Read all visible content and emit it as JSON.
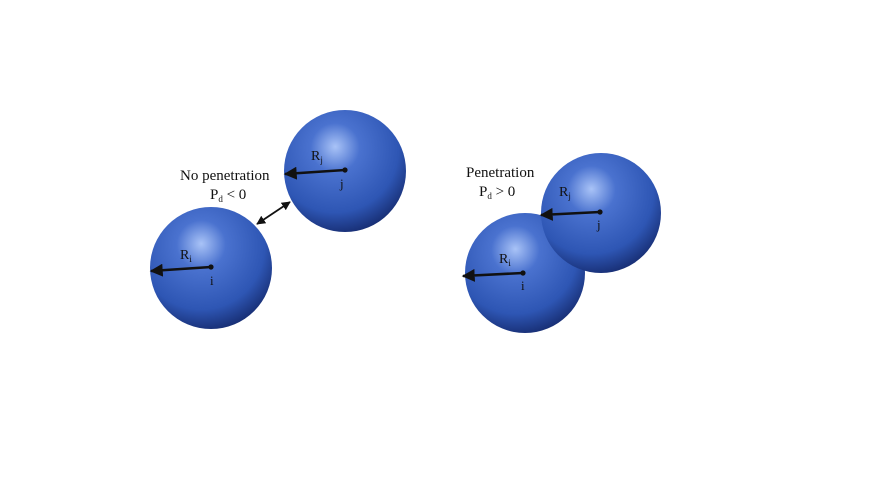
{
  "colors": {
    "sphere_highlight": "#a9c3f7",
    "sphere_mid": "#4a72cf",
    "sphere_base": "#2e56b4",
    "sphere_dark": "#14286a",
    "ink": "#111111",
    "background": "#ffffff"
  },
  "left_case": {
    "caption_line1": "No penetration",
    "overlap_symbol": "P",
    "overlap_subscript": "d",
    "overlap_relation": " < 0",
    "sphere_i": {
      "radius_symbol": "R",
      "radius_subscript": "i",
      "index_label": "i"
    },
    "sphere_j": {
      "radius_symbol": "R",
      "radius_subscript": "j",
      "index_label": "j"
    }
  },
  "right_case": {
    "caption_line1": "Penetration",
    "overlap_symbol": "P",
    "overlap_subscript": "d",
    "overlap_relation": " > 0",
    "sphere_i": {
      "radius_symbol": "R",
      "radius_subscript": "i",
      "index_label": "i"
    },
    "sphere_j": {
      "radius_symbol": "R",
      "radius_subscript": "j",
      "index_label": "j"
    }
  }
}
